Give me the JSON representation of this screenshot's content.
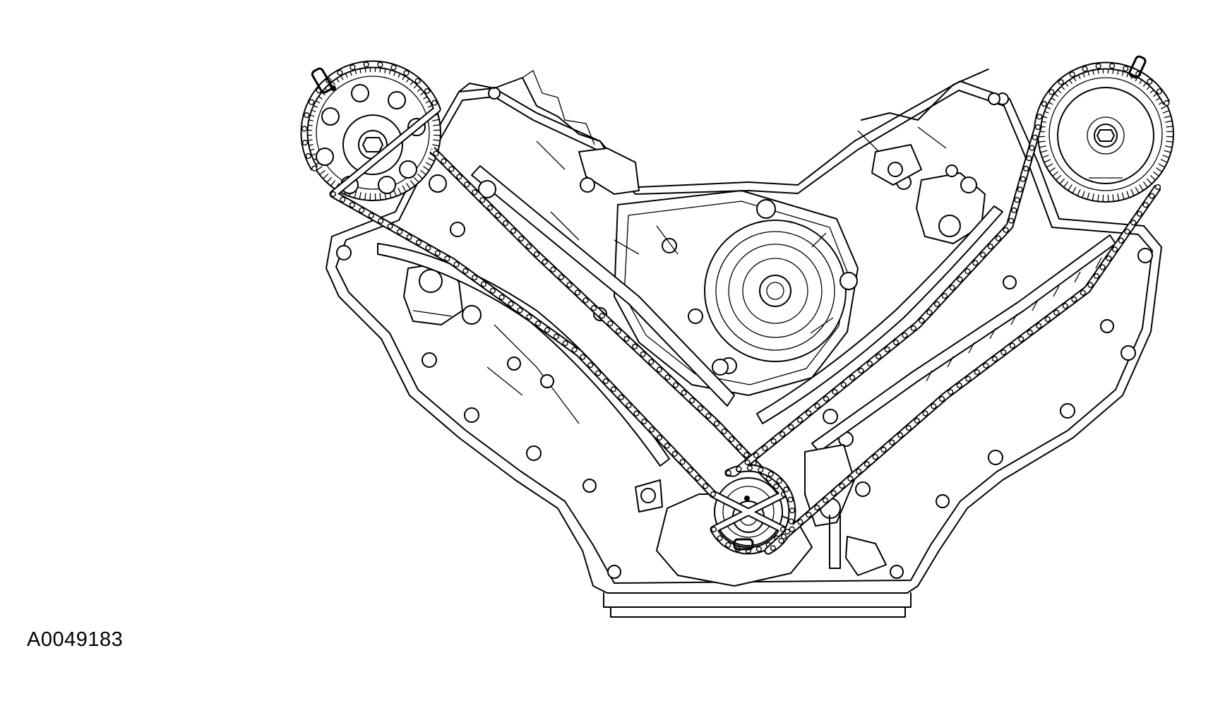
{
  "figure": {
    "id": "A0049183"
  },
  "colors": {
    "line": "#000000",
    "background": "#ffffff"
  },
  "parts": [
    "left-camshaft-sprocket",
    "right-camshaft-sprocket",
    "crankshaft-sprocket",
    "left-timing-chain",
    "right-timing-chain",
    "left-chain-tensioner",
    "right-chain-tensioner",
    "left-tensioner-arm",
    "right-tensioner-arm",
    "left-chain-guide",
    "right-chain-guide",
    "water-pump",
    "oil-pump",
    "engine-block-gasket-surface"
  ]
}
